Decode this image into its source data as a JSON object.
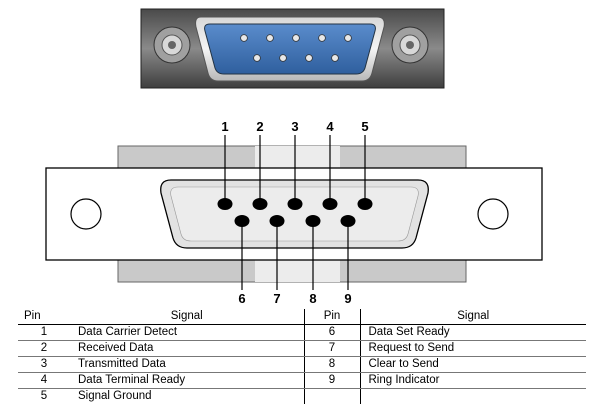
{
  "diagram": {
    "pin_labels": [
      "1",
      "2",
      "3",
      "4",
      "5",
      "6",
      "7",
      "8",
      "9"
    ]
  },
  "table": {
    "headers": [
      "Pin",
      "Signal",
      "Pin",
      "Signal"
    ],
    "rows": [
      {
        "pin": "1",
        "signal": "Data Carrier Detect",
        "pin2": "6",
        "signal2": "Data Set Ready"
      },
      {
        "pin": "2",
        "signal": "Received Data",
        "pin2": "7",
        "signal2": "Request to Send"
      },
      {
        "pin": "3",
        "signal": "Transmitted Data",
        "pin2": "8",
        "signal2": "Clear to Send"
      },
      {
        "pin": "4",
        "signal": "Data  Terminal Ready",
        "pin2": "9",
        "signal2": "Ring Indicator"
      },
      {
        "pin": "5",
        "signal": "Signal Ground",
        "pin2": "",
        "signal2": ""
      }
    ]
  },
  "colors": {
    "photo_metal": "#6a6a6a",
    "photo_insert": "#3f73b0",
    "shell_gray": "#c9c9c9",
    "shell_light": "#f2f2f2",
    "pin_dot": "#000000"
  }
}
